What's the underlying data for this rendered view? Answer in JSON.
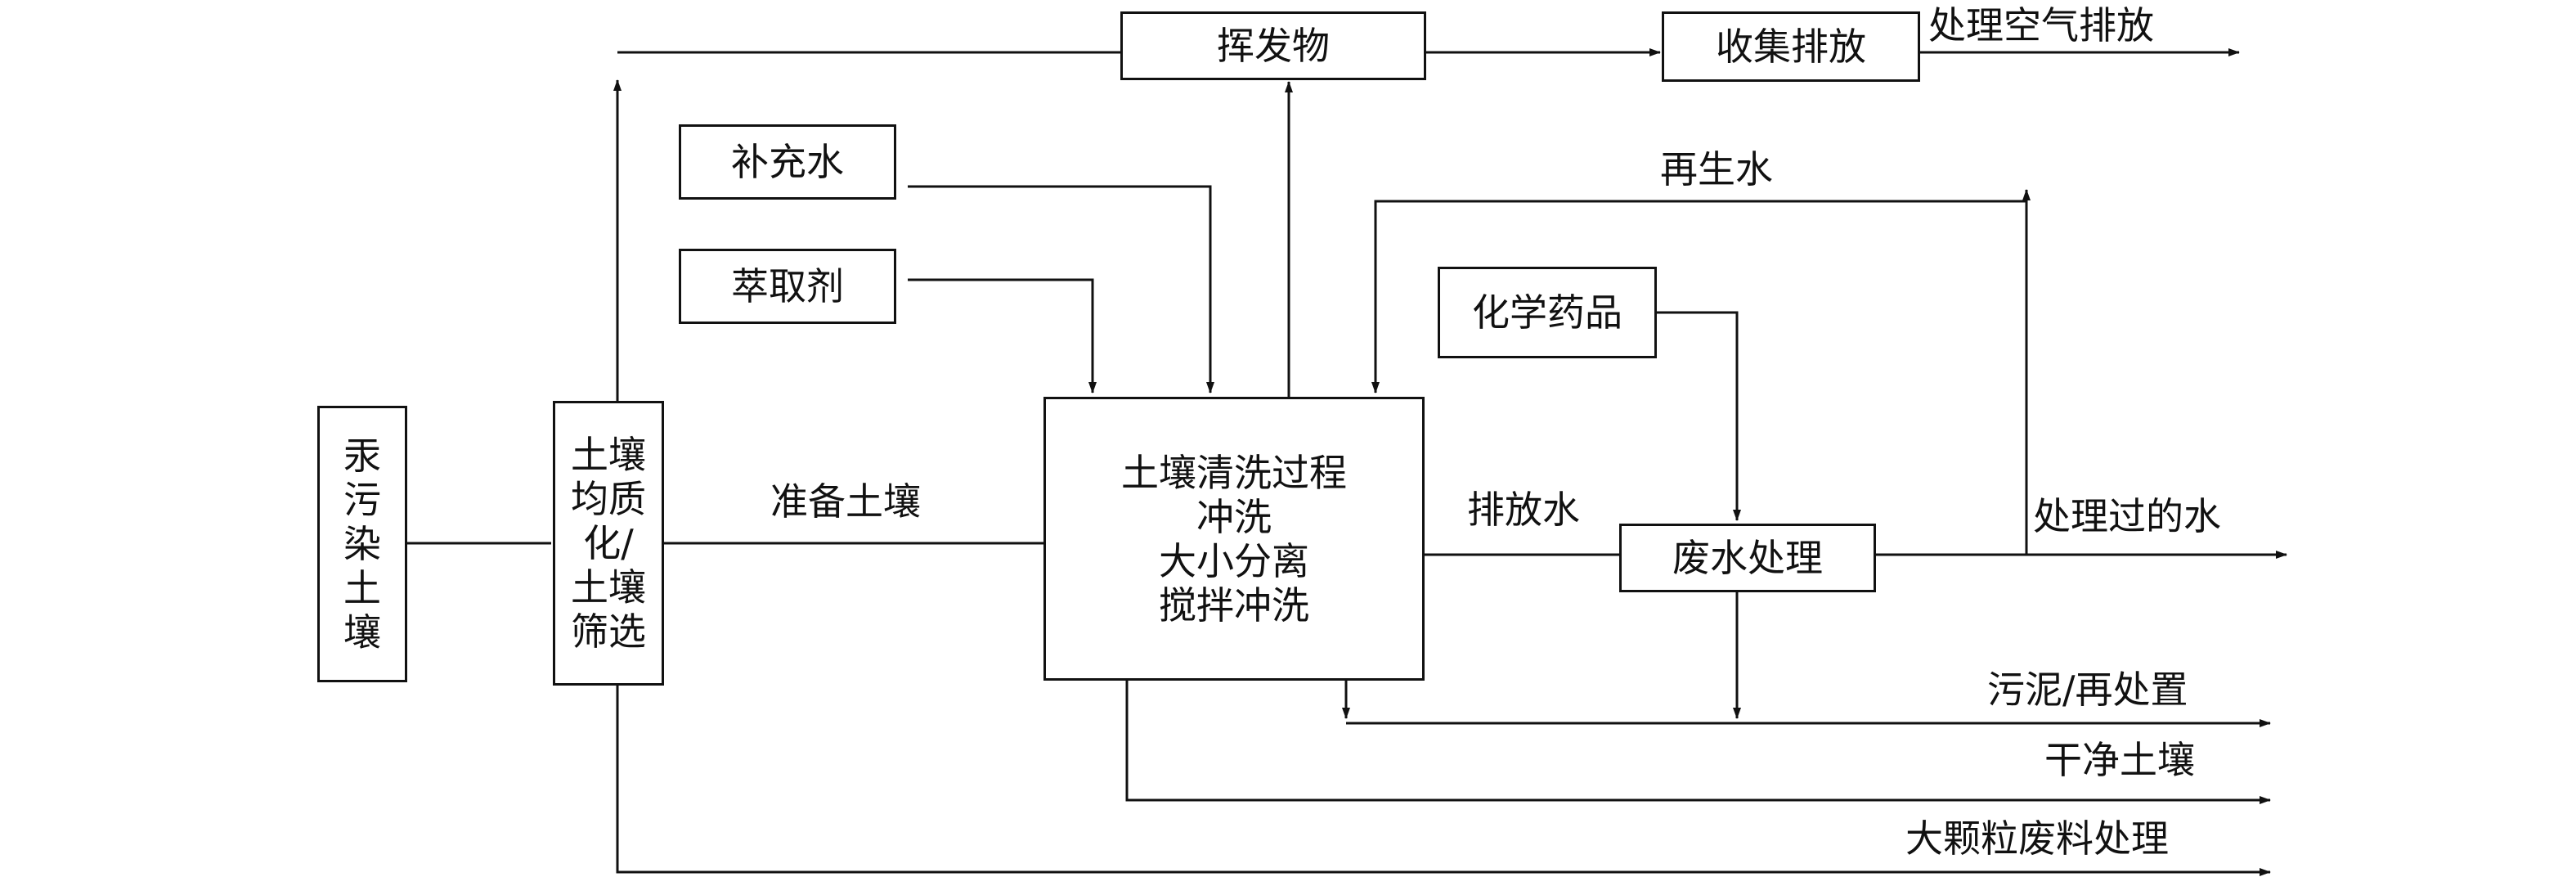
{
  "diagram": {
    "nodes": {
      "contaminated_soil": [
        "汞",
        "污",
        "染",
        "土",
        "壤"
      ],
      "homogenize": [
        "土壤",
        "均质",
        "化/",
        "土壤",
        "筛选"
      ],
      "washing": [
        "土壤清洗过程",
        "冲洗",
        "大小分离",
        "搅拌冲洗"
      ],
      "volatiles": "挥发物",
      "collect_discharge": "收集排放",
      "makeup_water": "补充水",
      "extractant": "萃取剂",
      "chemicals": "化学药品",
      "wastewater_treatment": "废水处理"
    },
    "edge_labels": {
      "prepared_soil": "准备土壤",
      "discharge_water": "排放水",
      "recycled_water": "再生水",
      "treated_air": "处理空气排放",
      "treated_water": "处理过的水",
      "sludge": "污泥/再处置",
      "clean_soil": "干净土壤",
      "large_particles": "大颗粒废料处理"
    }
  }
}
